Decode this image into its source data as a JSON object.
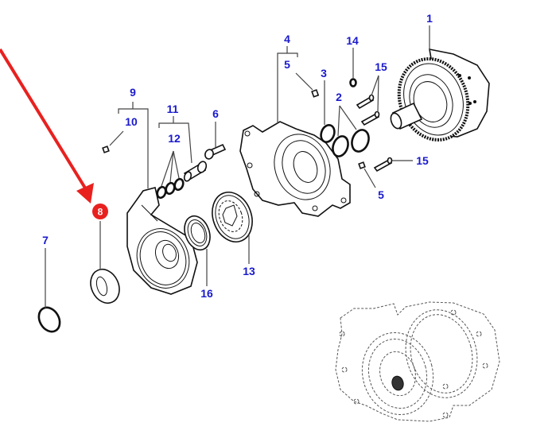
{
  "diagram": {
    "title": "Exploded parts view - transmission pump assembly",
    "highlighted_part": "8",
    "colors": {
      "label": "#1a1acc",
      "highlight": "#e8211f",
      "arrow": "#e8211f",
      "line": "#111111"
    },
    "callouts": [
      {
        "id": "1",
        "label": "1"
      },
      {
        "id": "2",
        "label": "2"
      },
      {
        "id": "3",
        "label": "3"
      },
      {
        "id": "4",
        "label": "4"
      },
      {
        "id": "5a",
        "label": "5"
      },
      {
        "id": "5b",
        "label": "5"
      },
      {
        "id": "6",
        "label": "6"
      },
      {
        "id": "7",
        "label": "7"
      },
      {
        "id": "8",
        "label": "8"
      },
      {
        "id": "9",
        "label": "9"
      },
      {
        "id": "10",
        "label": "10"
      },
      {
        "id": "11",
        "label": "11"
      },
      {
        "id": "12",
        "label": "12"
      },
      {
        "id": "13",
        "label": "13"
      },
      {
        "id": "14",
        "label": "14"
      },
      {
        "id": "15a",
        "label": "15"
      },
      {
        "id": "15b",
        "label": "15"
      },
      {
        "id": "16",
        "label": "16"
      }
    ]
  }
}
